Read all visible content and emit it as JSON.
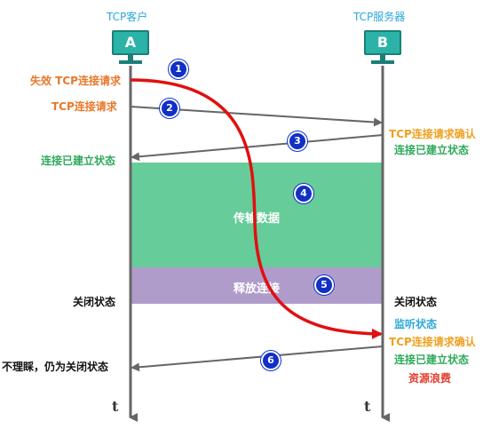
{
  "client": {
    "title": "TCP客户",
    "letter": "A"
  },
  "server": {
    "title": "TCP服务器",
    "letter": "B"
  },
  "left_labels": {
    "invalid_request": "失效 TCP连接请求",
    "request": "TCP连接请求",
    "established": "连接已建立状态",
    "closed": "关闭状态",
    "ignore_closed": "不理睬，仍为关闭状态"
  },
  "right_labels": {
    "ack1": "TCP连接请求确认",
    "established1": "连接已建立状态",
    "closed": "关闭状态",
    "listen": "监听状态",
    "ack2": "TCP连接请求确认",
    "established2": "连接已建立状态",
    "waste": "资源浪费"
  },
  "bands": {
    "transfer": "传输数据",
    "release": "释放连接"
  },
  "steps": [
    "1",
    "2",
    "3",
    "4",
    "5",
    "6"
  ],
  "time_label": "t",
  "colors": {
    "arrow": "#666666",
    "red_path": "#e01010",
    "transfer_band": "#66cc99",
    "release_band": "#b09ccb"
  }
}
